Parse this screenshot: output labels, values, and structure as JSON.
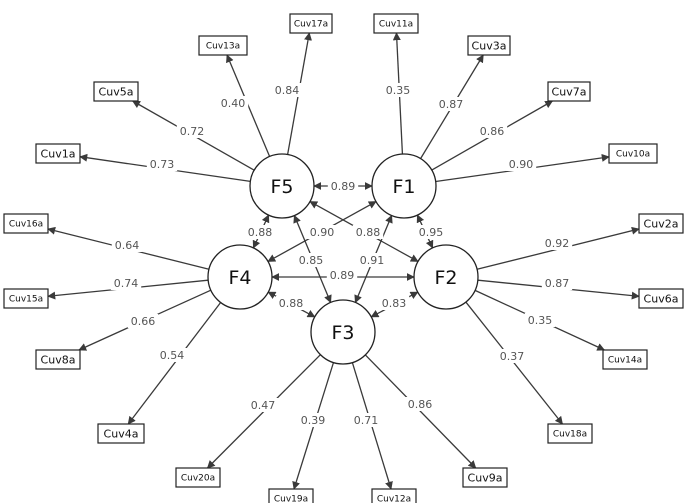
{
  "diagram": {
    "factors": [
      {
        "id": "F5",
        "label": "F5"
      },
      {
        "id": "F1",
        "label": "F1"
      },
      {
        "id": "F4",
        "label": "F4"
      },
      {
        "id": "F2",
        "label": "F2"
      },
      {
        "id": "F3",
        "label": "F3"
      }
    ],
    "items": [
      {
        "id": "Cuv17a",
        "label": "Cuv17a"
      },
      {
        "id": "Cuv13a",
        "label": "Cuv13a"
      },
      {
        "id": "Cuv5a",
        "label": "Cuv5a"
      },
      {
        "id": "Cuv1a",
        "label": "Cuv1a"
      },
      {
        "id": "Cuv11a",
        "label": "Cuv11a"
      },
      {
        "id": "Cuv3a",
        "label": "Cuv3a"
      },
      {
        "id": "Cuv7a",
        "label": "Cuv7a"
      },
      {
        "id": "Cuv10a",
        "label": "Cuv10a"
      },
      {
        "id": "Cuv16a",
        "label": "Cuv16a"
      },
      {
        "id": "Cuv15a",
        "label": "Cuv15a"
      },
      {
        "id": "Cuv8a",
        "label": "Cuv8a"
      },
      {
        "id": "Cuv4a",
        "label": "Cuv4a"
      },
      {
        "id": "Cuv2a",
        "label": "Cuv2a"
      },
      {
        "id": "Cuv6a",
        "label": "Cuv6a"
      },
      {
        "id": "Cuv14a",
        "label": "Cuv14a"
      },
      {
        "id": "Cuv18a",
        "label": "Cuv18a"
      },
      {
        "id": "Cuv20a",
        "label": "Cuv20a"
      },
      {
        "id": "Cuv19a",
        "label": "Cuv19a"
      },
      {
        "id": "Cuv12a",
        "label": "Cuv12a"
      },
      {
        "id": "Cuv9a",
        "label": "Cuv9a"
      }
    ],
    "loadings": [
      {
        "from": "F5",
        "to": "Cuv17a",
        "value": "0.84"
      },
      {
        "from": "F5",
        "to": "Cuv13a",
        "value": "0.40"
      },
      {
        "from": "F5",
        "to": "Cuv5a",
        "value": "0.72"
      },
      {
        "from": "F5",
        "to": "Cuv1a",
        "value": "0.73"
      },
      {
        "from": "F1",
        "to": "Cuv11a",
        "value": "0.35"
      },
      {
        "from": "F1",
        "to": "Cuv3a",
        "value": "0.87"
      },
      {
        "from": "F1",
        "to": "Cuv7a",
        "value": "0.86"
      },
      {
        "from": "F1",
        "to": "Cuv10a",
        "value": "0.90"
      },
      {
        "from": "F4",
        "to": "Cuv16a",
        "value": "0.64"
      },
      {
        "from": "F4",
        "to": "Cuv15a",
        "value": "0.74"
      },
      {
        "from": "F4",
        "to": "Cuv8a",
        "value": "0.66"
      },
      {
        "from": "F4",
        "to": "Cuv4a",
        "value": "0.54"
      },
      {
        "from": "F2",
        "to": "Cuv2a",
        "value": "0.92"
      },
      {
        "from": "F2",
        "to": "Cuv6a",
        "value": "0.87"
      },
      {
        "from": "F2",
        "to": "Cuv14a",
        "value": "0.35"
      },
      {
        "from": "F2",
        "to": "Cuv18a",
        "value": "0.37"
      },
      {
        "from": "F3",
        "to": "Cuv20a",
        "value": "0.47"
      },
      {
        "from": "F3",
        "to": "Cuv19a",
        "value": "0.39"
      },
      {
        "from": "F3",
        "to": "Cuv12a",
        "value": "0.71"
      },
      {
        "from": "F3",
        "to": "Cuv9a",
        "value": "0.86"
      }
    ],
    "correlations": [
      {
        "a": "F5",
        "b": "F1",
        "value": "0.89"
      },
      {
        "a": "F5",
        "b": "F4",
        "value": "0.88"
      },
      {
        "a": "F5",
        "b": "F2",
        "value": "0.88"
      },
      {
        "a": "F5",
        "b": "F3",
        "value": "0.85"
      },
      {
        "a": "F1",
        "b": "F4",
        "value": "0.90"
      },
      {
        "a": "F1",
        "b": "F2",
        "value": "0.95"
      },
      {
        "a": "F1",
        "b": "F3",
        "value": "0.91"
      },
      {
        "a": "F4",
        "b": "F2",
        "value": "0.89"
      },
      {
        "a": "F4",
        "b": "F3",
        "value": "0.88"
      },
      {
        "a": "F2",
        "b": "F3",
        "value": "0.83"
      }
    ]
  }
}
